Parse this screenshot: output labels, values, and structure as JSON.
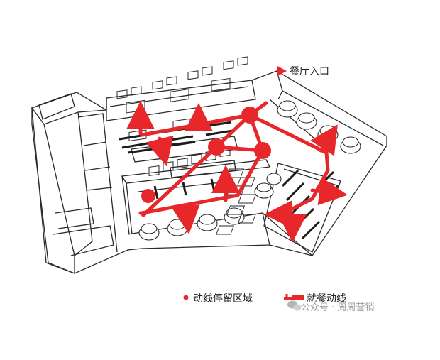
{
  "colors": {
    "accent_red": "#e8272b",
    "line": "#2a2a2a",
    "watermark": "#9a9a9a"
  },
  "labels": {
    "entrance": "餐厅入口",
    "legend_zone": "动线停留区域",
    "legend_path": "就餐动线",
    "watermark": "公众号 · 周周营销"
  },
  "icons": {
    "entrance_marker": "triangle-icon",
    "legend_zone": "red-dot-icon",
    "legend_path": "red-arrow-line-icon",
    "watermark": "wechat-icon"
  }
}
